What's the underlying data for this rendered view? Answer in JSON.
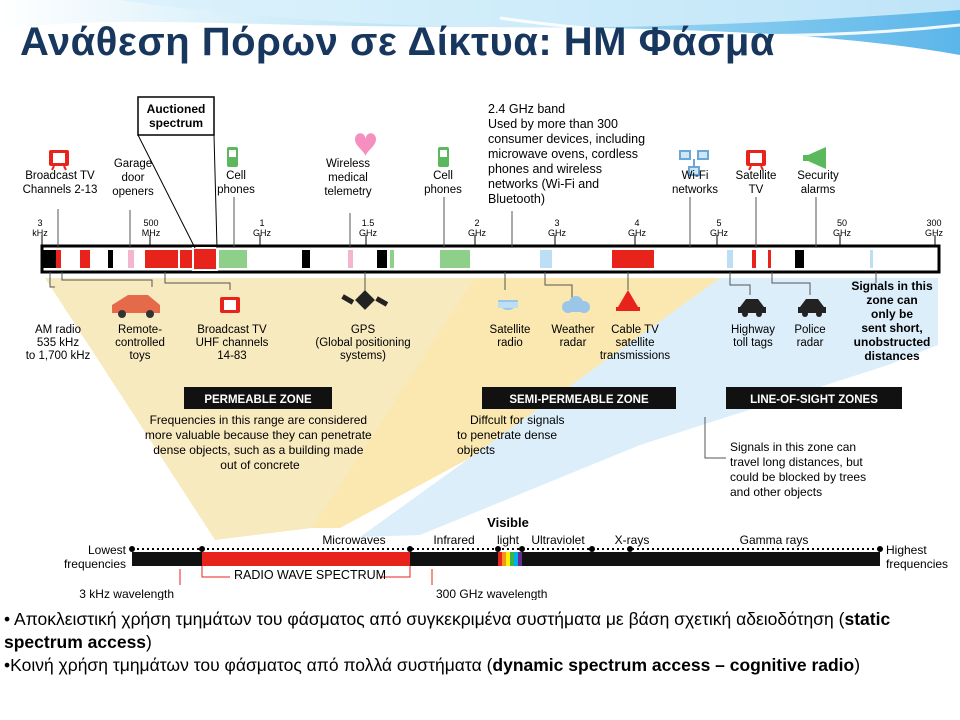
{
  "slide": {
    "title": "Ανάθεση Πόρων σε Δίκτυα: ΗΜ Φάσμα"
  },
  "figure": {
    "callouts": {
      "auctioned": [
        "Auctioned",
        "spectrum"
      ],
      "band24": [
        "2.4 GHz band",
        "Used by more than 300",
        "consumer devices, including",
        "microwave ovens, cordless",
        "phones and wireless",
        "networks (Wi-Fi and",
        "Bluetooth)"
      ]
    },
    "top_labels": {
      "broadcast_tv": [
        "Broadcast TV",
        "Channels 2-13"
      ],
      "garage": [
        "Garage",
        "door",
        "openers"
      ],
      "cell1": [
        "Cell",
        "phones"
      ],
      "wireless_med": [
        "Wireless",
        "medical",
        "telemetry"
      ],
      "cell2": [
        "Cell",
        "phones"
      ],
      "wifi": [
        "Wi-Fi",
        "networks"
      ],
      "sat_tv": [
        "Satellite",
        "TV"
      ],
      "security": [
        "Security",
        "alarms"
      ]
    },
    "ticks": [
      {
        "value": "3",
        "unit": "kHz"
      },
      {
        "value": "500",
        "unit": "MHz"
      },
      {
        "value": "1",
        "unit": "GHz"
      },
      {
        "value": "1.5",
        "unit": "GHz"
      },
      {
        "value": "2",
        "unit": "GHz"
      },
      {
        "value": "3",
        "unit": "GHz"
      },
      {
        "value": "4",
        "unit": "GHz"
      },
      {
        "value": "5",
        "unit": "GHz"
      },
      {
        "value": "50",
        "unit": "GHz"
      },
      {
        "value": "300",
        "unit": "GHz"
      }
    ],
    "bottom_labels": {
      "am": [
        "AM radio",
        "535 kHz",
        "to 1,700 kHz"
      ],
      "remote": [
        "Remote-",
        "controlled",
        "toys"
      ],
      "uhf": [
        "Broadcast TV",
        "UHF channels",
        "14-83"
      ],
      "gps": [
        "GPS",
        "(Global positioning",
        "systems)"
      ],
      "satradio": [
        "Satellite",
        "radio"
      ],
      "weather": [
        "Weather",
        "radar"
      ],
      "cabletv": [
        "Cable TV",
        "satellite",
        "transmissions"
      ],
      "highway": [
        "Highway",
        "toll tags"
      ],
      "police": [
        "Police",
        "radar"
      ],
      "short_zone": [
        "Signals in this",
        "zone can",
        "only be",
        "sent short,",
        "unobstructed",
        "distances"
      ]
    },
    "zones": {
      "permeable_title": "PERMEABLE ZONE",
      "permeable_text": [
        "Frequencies in this range are considered",
        "more valuable because they can penetrate",
        "dense objects, such as a building made",
        "out of concrete"
      ],
      "semi_title": "SEMI-PERMEABLE ZONE",
      "semi_text": [
        "Diffcult for signals",
        "to penetrate dense",
        "objects"
      ],
      "los_title": "LINE-OF-SIGHT ZONES",
      "los_text": [
        "Signals in this zone can",
        "travel long distances, but",
        "could be blocked by trees",
        "and other objects"
      ]
    },
    "spectrum": {
      "lowest": [
        "Lowest",
        "frequencies"
      ],
      "highest": [
        "Highest",
        "frequencies"
      ],
      "microwaves": "Microwaves",
      "infrared": "Infrared",
      "visible": "Visible",
      "light": "light",
      "ultraviolet": "Ultraviolet",
      "xrays": "X-rays",
      "gamma": "Gamma rays",
      "radio_wave": "RADIO WAVE SPECTRUM",
      "wl_3khz": "3 kHz wavelength",
      "wl_300ghz": "300 GHz wavelength"
    },
    "colors": {
      "permeable": "#f8eabf",
      "semi": "#fbe8b0",
      "los": "#dceef9",
      "band_red": "#e8231c",
      "band_green": "#8ed08a",
      "band_lightblue": "#bcdff5",
      "band_pink": "#f3b6cf",
      "icon_green": "#5cb85c",
      "icon_pink": "#f48fc0",
      "slide_title": "#17375e"
    },
    "icons": [
      "tv-icon",
      "phone-icon",
      "heart-icon",
      "wifi-icon",
      "megaphone-icon",
      "car-icon",
      "satellite-icon",
      "helicopter-icon",
      "dish-icon",
      "cloud-icon"
    ]
  },
  "bullets": [
    {
      "prefix": "• Αποκλειστική χρήση τμημάτων του φάσματος από συγκεκριμένα συστήματα με βάση σχετική αδειοδότηση (",
      "bold": "static spectrum access",
      "suffix": ")"
    },
    {
      "prefix": "•Κοινή χρήση τμημάτων του φάσματος από πολλά συστήματα  (",
      "bold": "dynamic spectrum access – cognitive radio",
      "suffix": ")"
    }
  ]
}
